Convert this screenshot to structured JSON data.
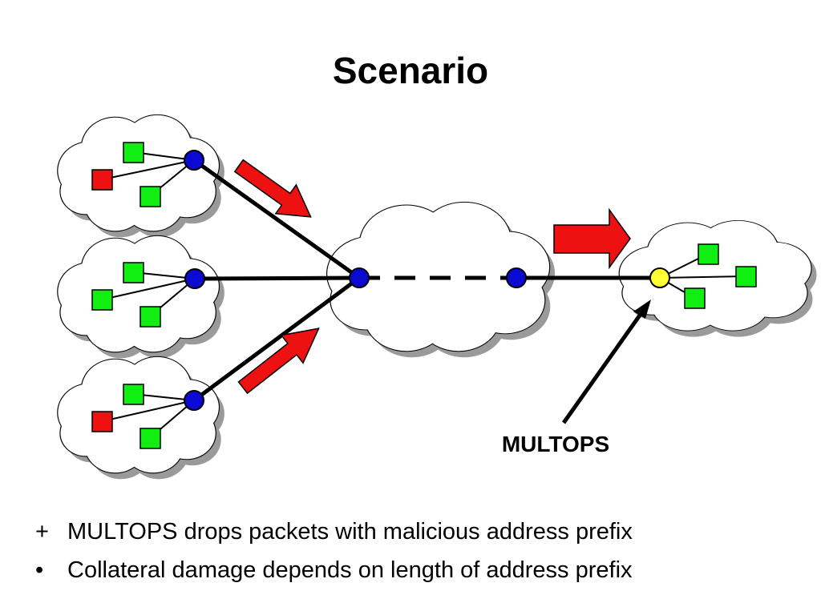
{
  "slide": {
    "title": "Scenario",
    "callout_label": "MULTOPS",
    "bullets": [
      {
        "marker": "+",
        "text": "MULTOPS drops packets with malicious address prefix"
      },
      {
        "marker": "•",
        "text": "Collateral damage depends on length of address prefix"
      }
    ]
  },
  "colors": {
    "router": "#0a0ad2",
    "multops_router": "#ffff33",
    "benign_host": "#11ee11",
    "malicious_host": "#ee1111",
    "traffic_arrow": "#ee1111",
    "cloud_fill": "#ffffff",
    "cloud_shadow": "#9a9a9a"
  }
}
